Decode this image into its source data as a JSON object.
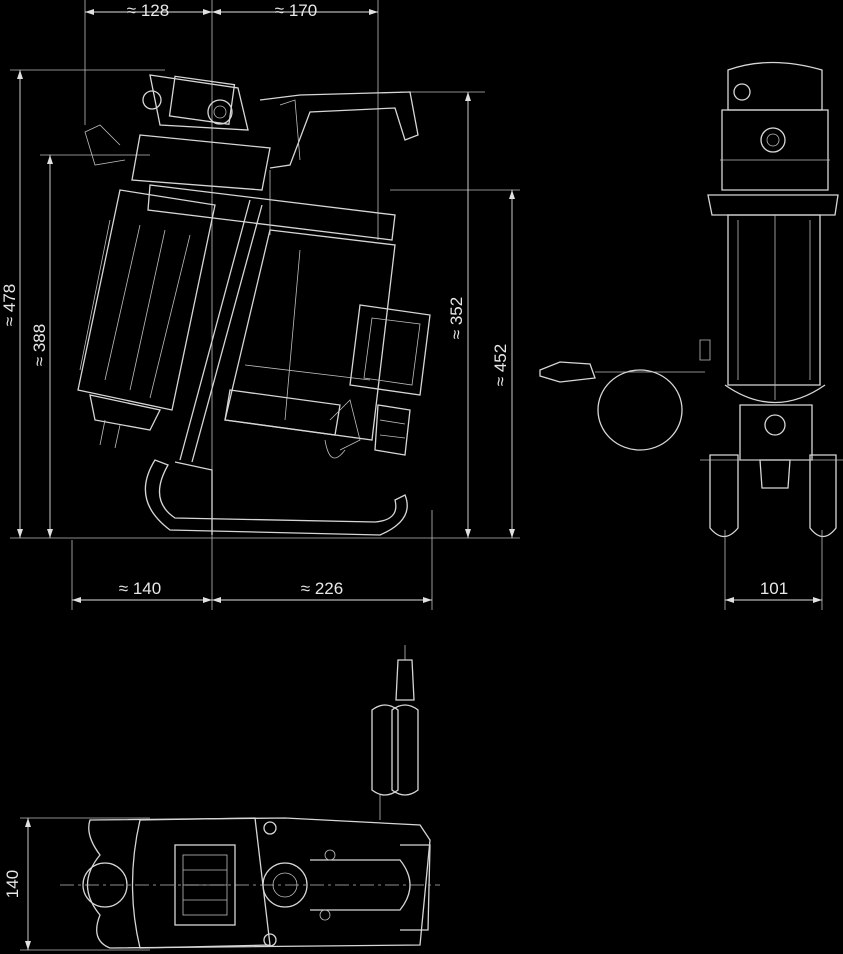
{
  "colors": {
    "background": "#000000",
    "line": "#d6d6d6"
  },
  "dimensions": {
    "top_left": "≈ 128",
    "top_right": "≈ 170",
    "overall_height": "≈ 478",
    "body_height": "≈ 388",
    "right_inner": "≈ 352",
    "right_outer": "≈ 452",
    "bottom_left": "≈ 140",
    "bottom_right": "≈ 226",
    "side_width": "101",
    "plan_height": "140"
  }
}
